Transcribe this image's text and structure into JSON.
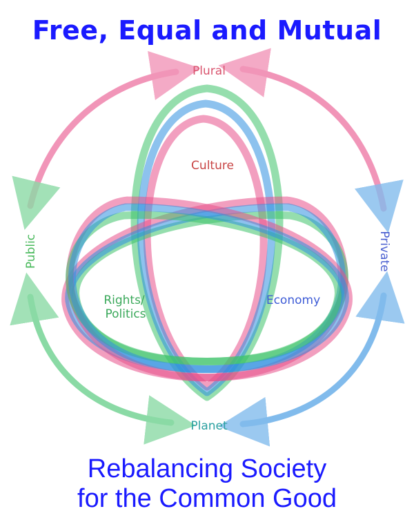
{
  "header": {
    "title": "Free, Equal and Mutual"
  },
  "footer": {
    "line1": "Rebalancing Society",
    "line2": "for the Common Good"
  },
  "diagram": {
    "nodes": {
      "plural": "Plural",
      "public": "Public",
      "private": "Private",
      "planet": "Planet",
      "culture": "Culture",
      "rights": "Rights/",
      "politics": "Politics",
      "economy": "Economy"
    }
  },
  "colors": {
    "title": "#1a1aff",
    "pink": "#e8508a",
    "green": "#3ec26a",
    "blue": "#2f8fe0",
    "plural": "#d9546e",
    "public": "#47b85a",
    "private": "#4a5fd0",
    "planet": "#2aa0a0",
    "culture": "#c84444",
    "rights": "#3aa85a",
    "economy": "#3d5bd6"
  }
}
